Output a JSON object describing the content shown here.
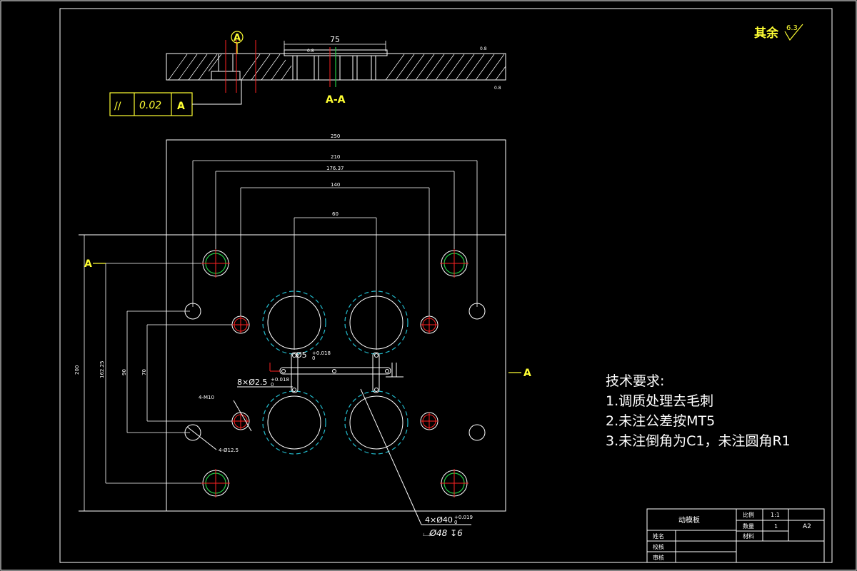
{
  "surface_note": {
    "prefix": "其余",
    "value": "6.3"
  },
  "section": {
    "label_top": "A",
    "title": "A-A",
    "dim_75": "75",
    "rough_small_1": "0.8",
    "rough_small_2": "0.8",
    "rough_small_3": "0.8"
  },
  "tolerance": {
    "symbol": "//",
    "value": "0.02",
    "datum": "A"
  },
  "plan": {
    "dim_250": "250",
    "dim_210": "210",
    "dim_176": "176.37",
    "dim_140": "140",
    "dim_60": "60",
    "dim_200": "200",
    "dim_162": "162.25",
    "dim_90": "90",
    "dim_70": "70",
    "section_left": "A",
    "section_right": "A",
    "callout_m10": "4-M10",
    "callout_12": "4-Ø12.5",
    "callout_phi5": "Ø5",
    "callout_phi5_tol_top": "+0.018",
    "callout_phi5_tol_bot": "0",
    "callout_8": "8×Ø2.5",
    "callout_8_tol_top": "+0.018",
    "callout_8_tol_bot": "0",
    "callout_40": "4×Ø40",
    "callout_40_tol_top": "+0.019",
    "callout_40_tol_bot": "0",
    "callout_48": "⌴Ø48 ↧6"
  },
  "tech": {
    "heading": "技术要求:",
    "line1": "1.调质处理去毛刺",
    "line2": "2.未注公差按MT5",
    "line3": "3.未注倒角为C1，未注圆角R1"
  },
  "title_block": {
    "part_name": "动模板",
    "scale_label": "比例",
    "scale_value": "1:1",
    "qty_label": "数量",
    "qty_value": "1",
    "sheet": "A2",
    "material_label": "材料",
    "drawn_label": "姓名",
    "check_label": "校核",
    "review_label": "审核"
  }
}
